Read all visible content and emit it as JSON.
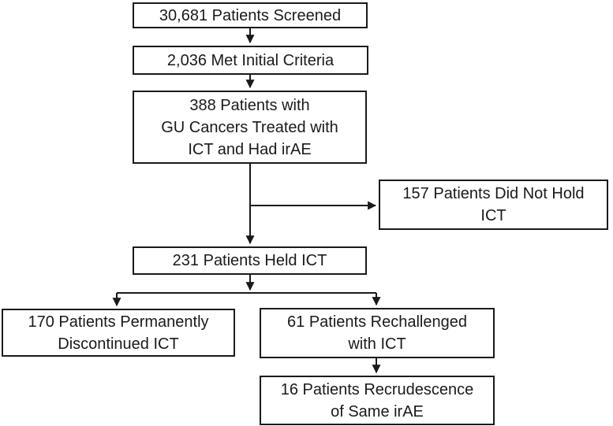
{
  "colors": {
    "background": "#ffffff",
    "box_border": "#1a1a1a",
    "text": "#1a1a1a",
    "arrow": "#1a1a1a"
  },
  "flowchart": {
    "screened": {
      "lines": [
        "30,681 Patients Screened"
      ]
    },
    "initial": {
      "lines": [
        "2,036 Met Initial Criteria"
      ]
    },
    "gu": {
      "lines": [
        "388 Patients with",
        "GU Cancers Treated with",
        "ICT and Had irAE"
      ]
    },
    "nothold": {
      "lines": [
        "157 Patients Did Not Hold",
        "ICT"
      ]
    },
    "held": {
      "lines": [
        "231 Patients Held ICT"
      ]
    },
    "discontinued": {
      "lines": [
        "170 Patients Permanently",
        "Discontinued ICT"
      ]
    },
    "rechallenged": {
      "lines": [
        "61 Patients Rechallenged",
        "with ICT"
      ]
    },
    "recrudescence": {
      "lines": [
        "16 Patients Recrudescence",
        "of Same irAE"
      ]
    }
  }
}
